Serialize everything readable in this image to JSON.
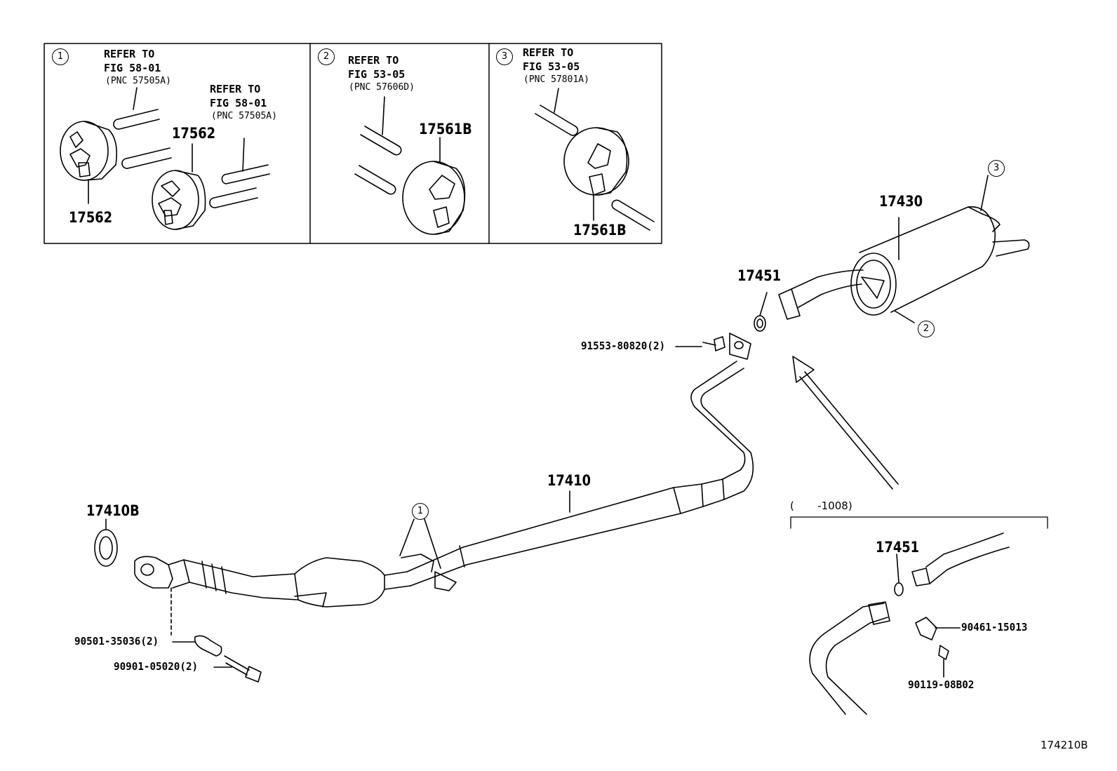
{
  "insets": [
    {
      "callout": "1",
      "refer_line1": "REFER TO",
      "refer_line2": "FIG 58-01",
      "pnc": "(PNC 57505A)",
      "refer2_line1": "REFER TO",
      "refer2_line2": "FIG 58-01",
      "pnc2": "(PNC 57505A)",
      "part_a": "17562",
      "part_b": "17562"
    },
    {
      "callout": "2",
      "refer_line1": "REFER TO",
      "refer_line2": "FIG 53-05",
      "pnc": "(PNC 57606D)",
      "part": "17561B"
    },
    {
      "callout": "3",
      "refer_line1": "REFER TO",
      "refer_line2": "FIG 53-05",
      "pnc": "(PNC 57801A)",
      "part": "17561B"
    }
  ],
  "parts": {
    "front_gasket": "17410B",
    "front_pipe": "17410",
    "muffler": "17430",
    "gasket_top": "17451",
    "gasket_inset": "17451",
    "bolt_front_pipe": "91553-80820(2)",
    "spring_front": "90501-35036(2)",
    "bolt_front": "90901-05020(2)",
    "clamp_inset": "90461-15013",
    "bolt_inset": "90119-08B02"
  },
  "callouts": {
    "hanger_front": "1",
    "muffler_rear": "2",
    "muffler_top": "3"
  },
  "inset_date_range": "(       -1008)",
  "figure_code": "174210B"
}
